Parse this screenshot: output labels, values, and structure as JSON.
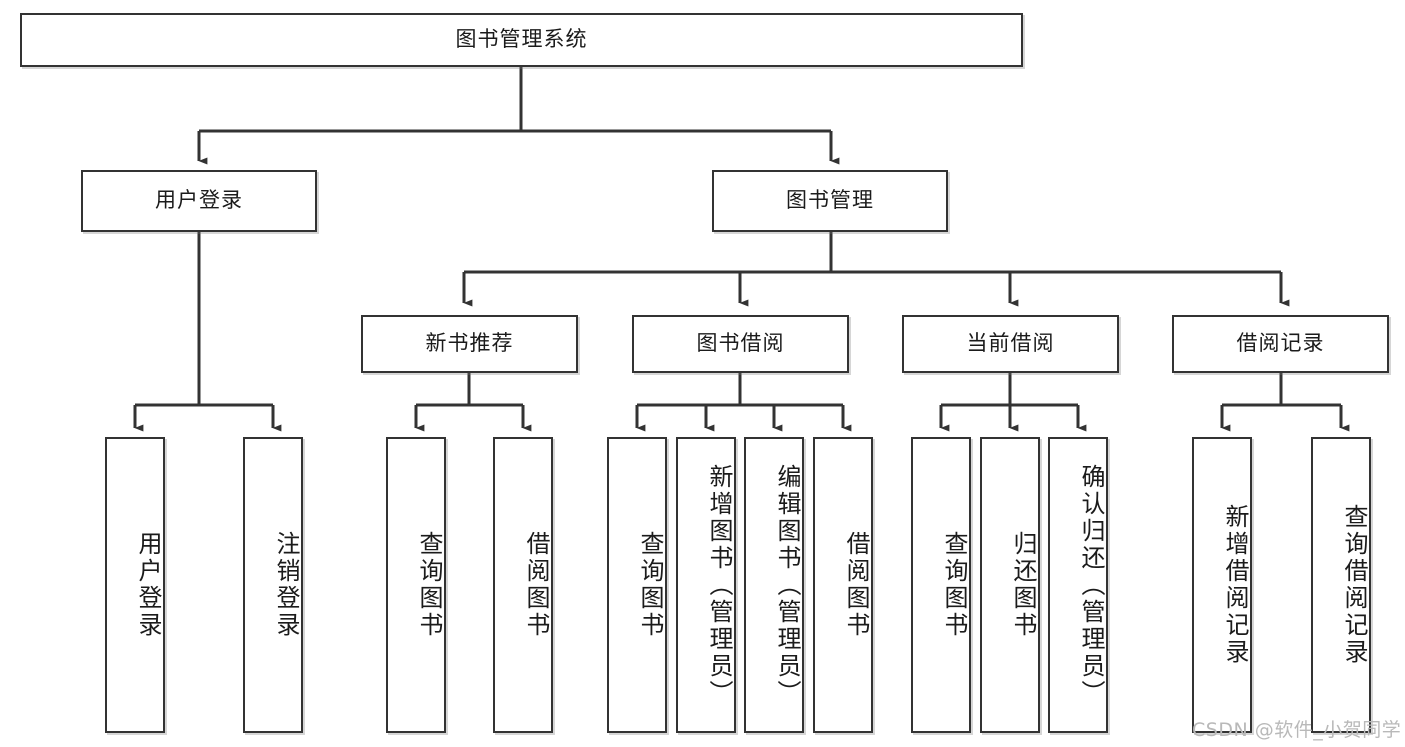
{
  "diagram": {
    "title": "图书管理系统",
    "type": "hierarchy-tree",
    "root": {
      "id": "root",
      "label": "图书管理系统"
    },
    "level2": [
      {
        "id": "user-login",
        "label": "用户登录"
      },
      {
        "id": "book-manage",
        "label": "图书管理"
      }
    ],
    "level3": [
      {
        "id": "new-book-rec",
        "label": "新书推荐",
        "parent": "book-manage"
      },
      {
        "id": "book-borrow",
        "label": "图书借阅",
        "parent": "book-manage"
      },
      {
        "id": "current-borrow",
        "label": "当前借阅",
        "parent": "book-manage"
      },
      {
        "id": "borrow-record",
        "label": "借阅记录",
        "parent": "book-manage"
      }
    ],
    "leaves": {
      "user-login": [
        {
          "id": "leaf-user-login",
          "label": "用户登录"
        },
        {
          "id": "leaf-logout",
          "label": "注销登录"
        }
      ],
      "new-book-rec": [
        {
          "id": "leaf-query-book-1",
          "label": "查询图书"
        },
        {
          "id": "leaf-borrow-book-1",
          "label": "借阅图书"
        }
      ],
      "book-borrow": [
        {
          "id": "leaf-query-book-2",
          "label": "查询图书"
        },
        {
          "id": "leaf-add-book",
          "label": "新增图书（管理员）"
        },
        {
          "id": "leaf-edit-book",
          "label": "编辑图书（管理员）"
        },
        {
          "id": "leaf-borrow-book-2",
          "label": "借阅图书"
        }
      ],
      "current-borrow": [
        {
          "id": "leaf-query-book-3",
          "label": "查询图书"
        },
        {
          "id": "leaf-return-book",
          "label": "归还图书"
        },
        {
          "id": "leaf-confirm-return",
          "label": "确认归还（管理员）"
        }
      ],
      "borrow-record": [
        {
          "id": "leaf-add-record",
          "label": "新增借阅记录"
        },
        {
          "id": "leaf-query-record",
          "label": "查询借阅记录"
        }
      ]
    }
  },
  "watermark": {
    "text": "CSDN @软件_小贺同学"
  },
  "colors": {
    "stroke": "#333333",
    "box_fill": "#ffffff",
    "text": "#1b1b1b",
    "watermark": "#b9b9b9",
    "background": "#ffffff"
  }
}
